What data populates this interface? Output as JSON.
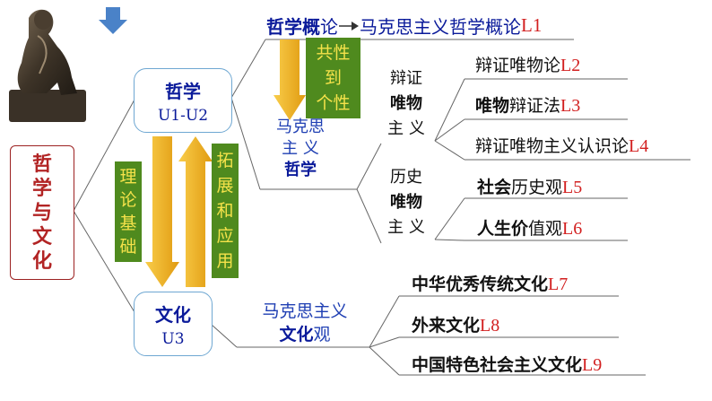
{
  "root": {
    "chars": [
      "哲",
      "学",
      "与",
      "文",
      "化"
    ]
  },
  "philosophy": {
    "title": "哲学",
    "units": "U1-U2"
  },
  "culture": {
    "title": "文化",
    "units": "U3"
  },
  "top_line": {
    "bold": "哲学概",
    "normal": "论",
    "target": "马克思主义哲学概论",
    "lesson": "L1"
  },
  "commonality": {
    "chars": [
      "共性",
      "到",
      "个性"
    ]
  },
  "marxist_philosophy": {
    "line1": "马克思",
    "line2": "主 义",
    "line3": "哲学"
  },
  "theory_basis": {
    "chars": [
      "理",
      "论",
      "基",
      "础"
    ]
  },
  "expand_apply": {
    "chars": [
      "拓",
      "展",
      "和",
      "应",
      "用"
    ]
  },
  "dialectical_materialism": {
    "line1": "辩证",
    "line2": "唯物",
    "line3": "主 义"
  },
  "historical_materialism": {
    "line1": "历史",
    "line2": "唯物",
    "line3": "主 义"
  },
  "marxist_culture": {
    "line1": "马克思主义",
    "bold": "文化",
    "normal": "观"
  },
  "leaves": [
    {
      "bold": "",
      "normal": "辩证唯物论",
      "lesson": "L2"
    },
    {
      "bold": "唯物",
      "normal": "辩证法",
      "lesson": "L3"
    },
    {
      "bold": "",
      "normal": "辩证唯物主义认识论",
      "lesson": "L4"
    },
    {
      "bold": "社会",
      "normal": "历史观",
      "lesson": "L5"
    },
    {
      "bold": "人生价",
      "normal": "值观",
      "lesson": "L6"
    },
    {
      "bold": "中华优秀传统文化",
      "normal": "",
      "lesson": "L7"
    },
    {
      "bold": "外来文化",
      "normal": "",
      "lesson": "L8"
    },
    {
      "bold": "中国特色社会主义文化",
      "normal": "",
      "lesson": "L9"
    }
  ],
  "colors": {
    "box_border": "#6ea7d2",
    "root_border": "#9c2222",
    "green": "#4f8a1e",
    "green_text": "#f5e24a",
    "arrow": "#f4b41a",
    "lesson": "#d21f1f"
  }
}
